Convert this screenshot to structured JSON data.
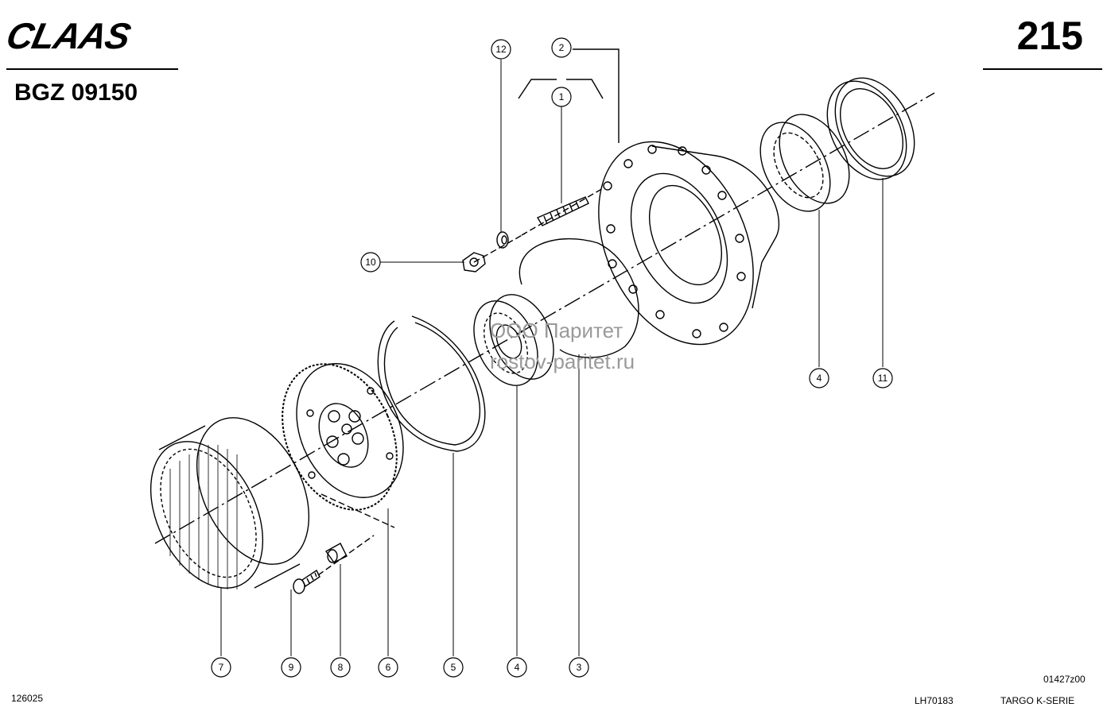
{
  "header": {
    "brand": "CLAAS",
    "group_code": "BGZ 09150",
    "page_number": "215"
  },
  "footer": {
    "ref_left": "126025",
    "ref_mid": "LH70183",
    "series": "TARGO K-SERIE",
    "drawing_no": "01427z00"
  },
  "watermark": {
    "line1": "ООО Паритет",
    "line2": "rostov-paritet.ru"
  },
  "callouts": [
    "12",
    "2",
    "1",
    "10",
    "4",
    "11",
    "7",
    "9",
    "8",
    "6",
    "5",
    "4",
    "3"
  ]
}
